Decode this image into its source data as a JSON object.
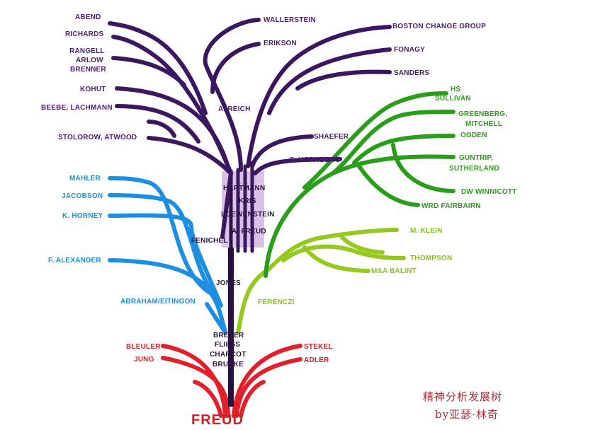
{
  "root": "FREUD",
  "caption": {
    "title": "精神分析发展树",
    "author": "by亚瑟·林奇"
  },
  "purple_labels": {
    "abend": "ABEND",
    "richards": "RICHARDS",
    "rangell": "RANGELL",
    "arlow": "ARLOW",
    "brenner": "BRENNER",
    "kohut": "KOHUT",
    "beebe": "BEEBE, LACHMANN",
    "stolorow": "STOLOROW, ATWOOD",
    "wallerstein": "WALLERSTEIN",
    "erikson": "ERIKSON",
    "boston": "BOSTON CHANGE GROUP",
    "fonagy": "FONAGY",
    "sanders": "SANDERS",
    "reich": "A. REICH",
    "shaefer": "SHAEFER",
    "kernberg": "O. KERNBERG",
    "hartmann": "HARTMANN",
    "kris": "KRIS",
    "loewenstein": "LOEWENSTEIN",
    "afreud": "A. FREUD",
    "fenichel": "FENICHEL",
    "jones": "JONES"
  },
  "blue_labels": {
    "mahler": "MAHLER",
    "jacobson": "JACOBSON",
    "horney": "K. HORNEY",
    "alexander": "F. ALEXANDER",
    "abraham": "ABRAHAM/EITINGON"
  },
  "green_labels": {
    "hs": "HS",
    "sullivan": "SULLIVAN",
    "greenberg": "GREENBERG,",
    "mitchell": "MITCHELL",
    "ogden": "OGDEN",
    "guntrip": "GUNTRIP,",
    "sutherland": "SUTHERLAND",
    "winnicott": "DW WINNICOTT",
    "fairbairn": "WRD FAIRBAIRN"
  },
  "lime_labels": {
    "klein": "M. KLEIN",
    "thompson": "THOMPSON",
    "balint": "M&A BALINT",
    "ferenczi": "FERENCZI"
  },
  "red_labels": {
    "bleuler": "BLEULER",
    "jung": "JUNG",
    "stekel": "STEKEL",
    "adler": "ADLER"
  },
  "trunk_labels": {
    "breuer": "BREUER",
    "fliess": "FLIESS",
    "charcot": "CHARCOT",
    "brucke": "BRUCKE"
  }
}
